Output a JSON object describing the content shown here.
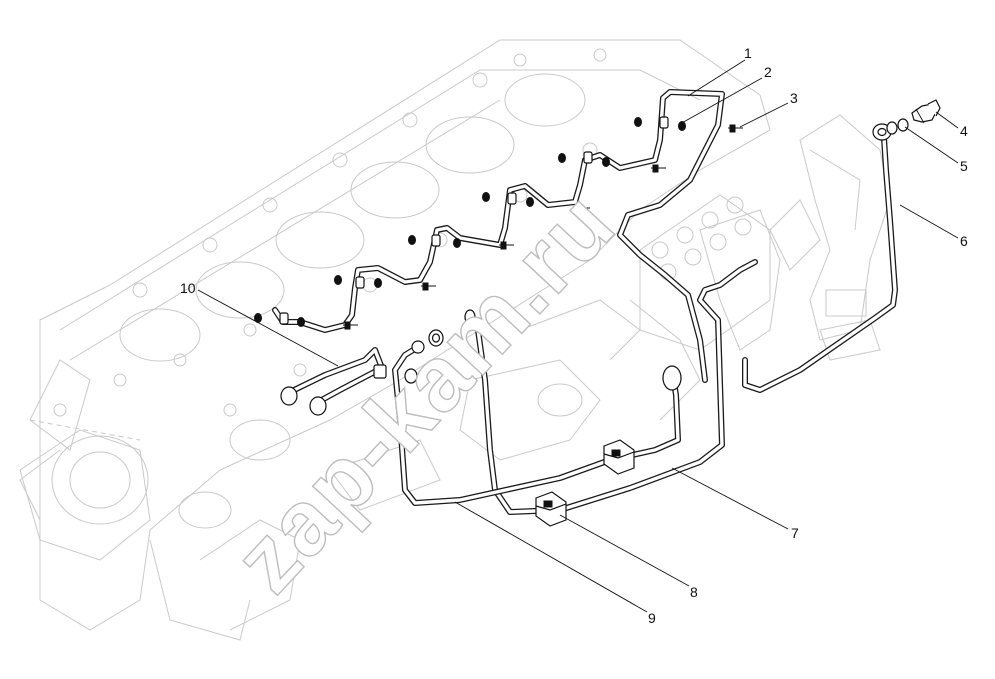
{
  "watermark": "zap-kam.ru",
  "callouts": [
    {
      "id": "1",
      "label": "1"
    },
    {
      "id": "2",
      "label": "2"
    },
    {
      "id": "3",
      "label": "3"
    },
    {
      "id": "4",
      "label": "4"
    },
    {
      "id": "5",
      "label": "5"
    },
    {
      "id": "6",
      "label": "6"
    },
    {
      "id": "7",
      "label": "7"
    },
    {
      "id": "8",
      "label": "8"
    },
    {
      "id": "9",
      "label": "9"
    },
    {
      "id": "10",
      "label": "10"
    }
  ],
  "colors": {
    "line": "#111111",
    "ghost": "#c9c9c9",
    "background": "#ffffff"
  }
}
